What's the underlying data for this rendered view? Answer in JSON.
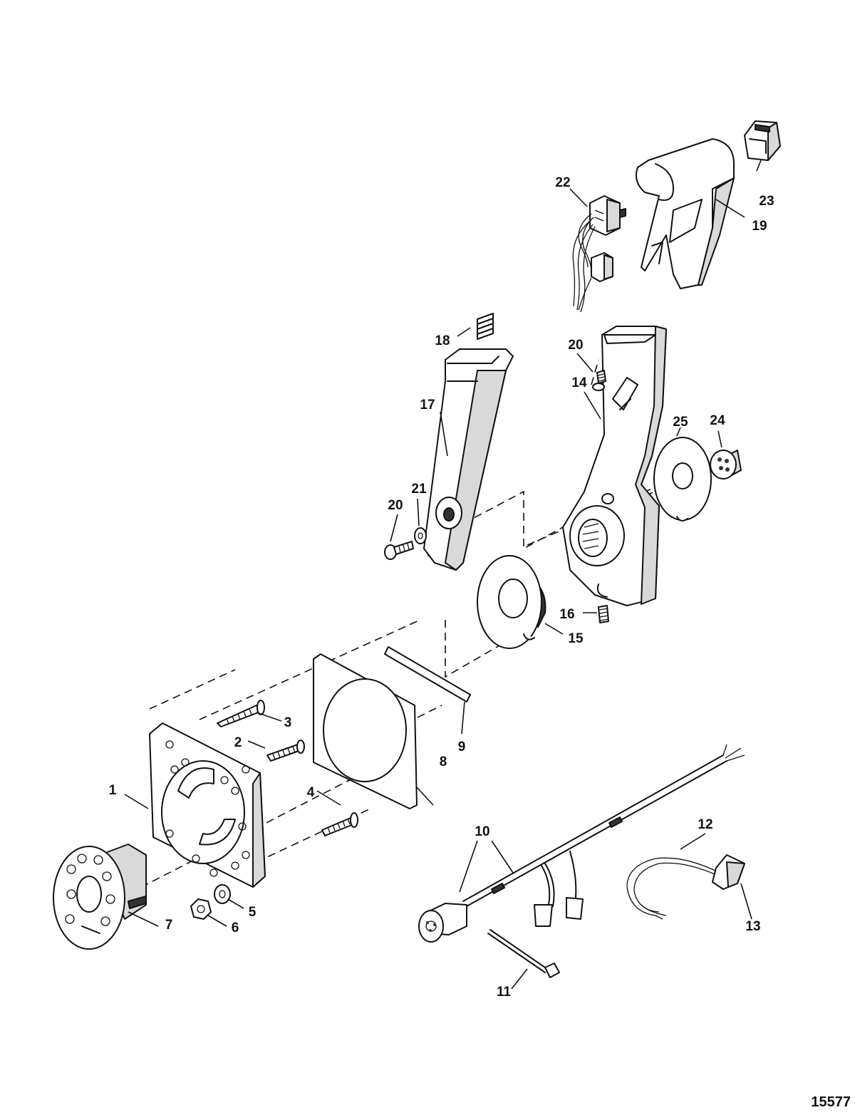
{
  "labels": {
    "p1": "1",
    "p2": "2",
    "p3": "3",
    "p4": "4",
    "p5": "5",
    "p6": "6",
    "p7": "7",
    "p8": "8",
    "p9": "9",
    "p10": "10",
    "p11": "11",
    "p12": "12",
    "p13": "13",
    "p14": "14",
    "p15": "15",
    "p16": "16",
    "p17": "17",
    "p18": "18",
    "p19": "19",
    "p20a": "20",
    "p20b": "20",
    "p21": "21",
    "p22": "22",
    "p23": "23",
    "p24": "24",
    "p25": "25"
  },
  "doc_number": "15577"
}
